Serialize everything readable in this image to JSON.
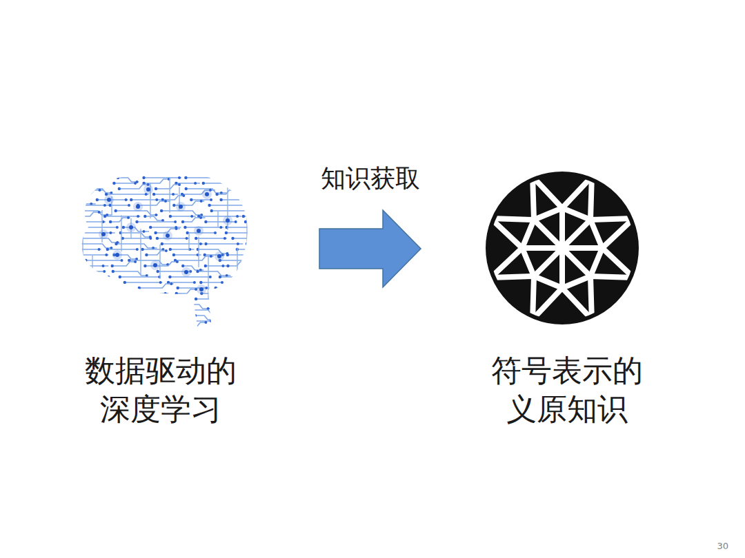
{
  "diagram": {
    "nodes": [
      {
        "text": [
          "数据驱动的 深度学习"
        ]
      },
      {
        "text": [
          "符号表示的 义原知识"
        ]
      }
    ],
    "edges": [
      {
        "from": 0,
        "to": 1,
        "label": "知识获取",
        "arrow": "to"
      }
    ],
    "labels": [
      "30"
    ]
  }
}
